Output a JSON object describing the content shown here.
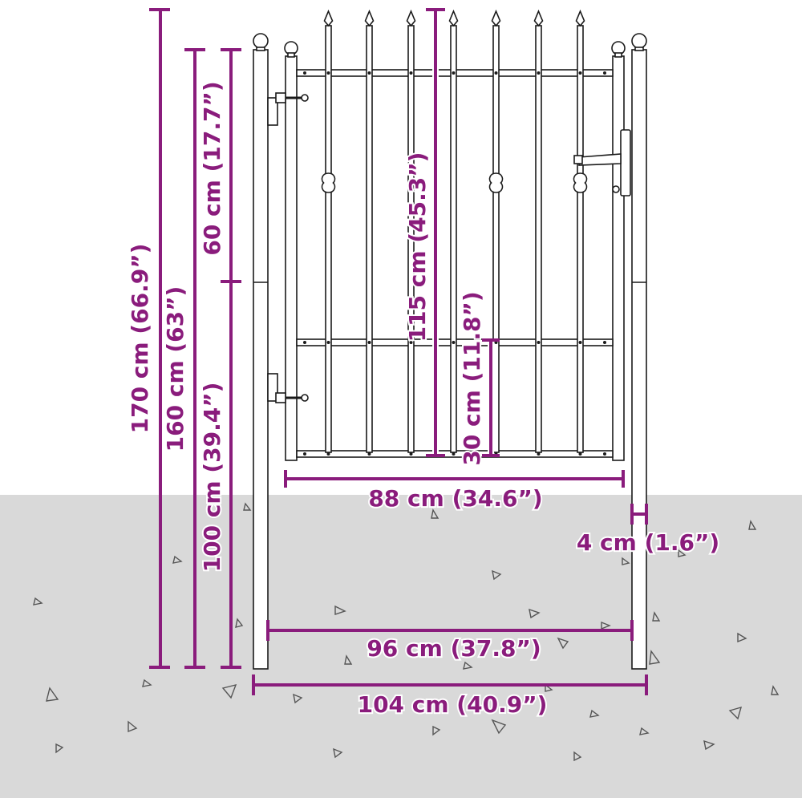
{
  "labels": {
    "h170": "170 cm (66.9”)",
    "h160": "160 cm (63”)",
    "h100": "100 cm (39.4”)",
    "h60": "60 cm (17.7”)",
    "h115": "115 cm (45.3”)",
    "h30": "30 cm (11.8”)",
    "w88": "88 cm (34.6”)",
    "w4": "4 cm (1.6”)",
    "w96": "96 cm (37.8”)",
    "w104": "104 cm (40.9”)"
  },
  "colors": {
    "dimension": "#8a1c7c",
    "ground": "#d9d9d9",
    "iron": "#1a1a1a",
    "background": "#ffffff"
  },
  "icons": {
    "gate": "wrought-iron-gate-icon",
    "handle": "lever-handle-icon",
    "hinge": "hinge-icon",
    "finial": "spear-finial-icon"
  }
}
